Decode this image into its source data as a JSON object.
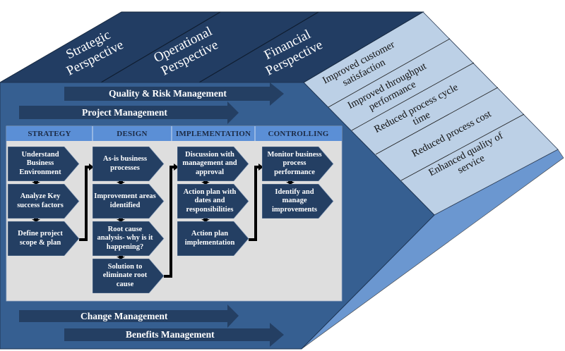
{
  "colors": {
    "top_face": "#223d63",
    "front_face": "#365f91",
    "right_face_light": "#bcd0e6",
    "right_face_mid": "#6b97d0",
    "gray_panel": "#dedede",
    "column_header": "#5b8fd6",
    "box_fill": "#243f63",
    "band_arrow": "#243f63",
    "connector": "#000000"
  },
  "perspectives": [
    {
      "line1": "Strategic",
      "line2": "Perspective"
    },
    {
      "line1": "Operational",
      "line2": "Perspective"
    },
    {
      "line1": "Financial",
      "line2": "Perspective"
    }
  ],
  "outcomes": [
    {
      "line1": "Improved customer",
      "line2": "satisfaction"
    },
    {
      "line1": "Improved  throughput",
      "line2": "performance"
    },
    {
      "line1": "Reduced  process cycle",
      "line2": "time"
    },
    {
      "line1": "Reduced process cost",
      "line2": ""
    },
    {
      "line1": "Enhanced quality of",
      "line2": "service"
    }
  ],
  "top_arrows": {
    "quality": "Quality & Risk Management",
    "project": "Project Management"
  },
  "bottom_arrows": {
    "change": "Change Management",
    "benefits": "Benefits Management"
  },
  "columns": [
    {
      "header": "STRATEGY",
      "steps": [
        "Understand Business Environment",
        "Analyze Key success factors",
        "Define project scope & plan"
      ]
    },
    {
      "header": "DESIGN",
      "steps": [
        "As-is business processes",
        "Improvement areas identified",
        "Root cause analysis- why is it happening?",
        "Solution to eliminate root cause"
      ]
    },
    {
      "header": "IMPLEMENTATION",
      "steps": [
        "Discussion with management and approval",
        "Action plan with dates and responsibilities",
        "Action plan implementation"
      ]
    },
    {
      "header": "CONTROLLING",
      "steps": [
        "Monitor business process performance",
        "Identify and manage improvements"
      ]
    }
  ]
}
